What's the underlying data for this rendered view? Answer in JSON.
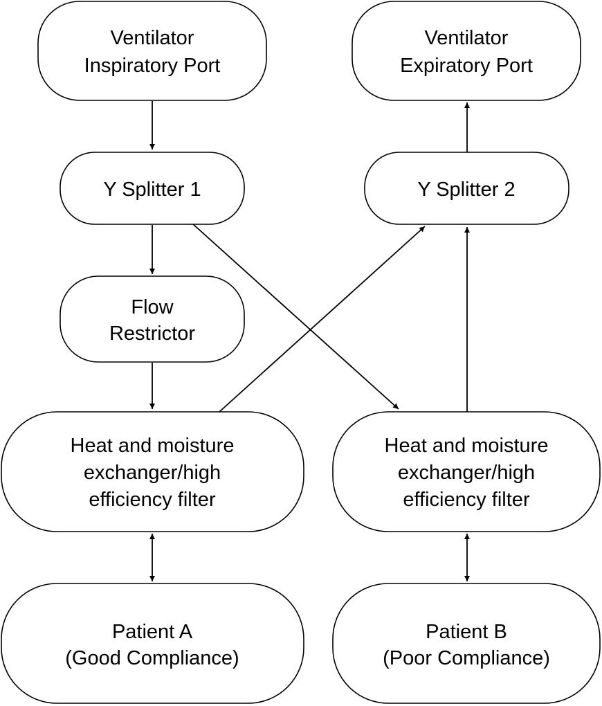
{
  "diagram": {
    "nodes": {
      "vent_insp": {
        "line1": "Ventilator",
        "line2": "Inspiratory Port"
      },
      "vent_exp": {
        "line1": "Ventilator",
        "line2": "Expiratory Port"
      },
      "splitter1": {
        "line1": "Y Splitter 1"
      },
      "splitter2": {
        "line1": "Y Splitter 2"
      },
      "flow_restrictor": {
        "line1": "Flow",
        "line2": "Restrictor"
      },
      "hme_left": {
        "line1": "Heat and moisture",
        "line2": "exchanger/high",
        "line3": "efficiency filter"
      },
      "hme_right": {
        "line1": "Heat and moisture",
        "line2": "exchanger/high",
        "line3": "efficiency filter"
      },
      "patient_a": {
        "line1": "Patient A",
        "line2": "(Good Compliance)"
      },
      "patient_b": {
        "line1": "Patient B",
        "line2": "(Poor Compliance)"
      }
    },
    "edges": [
      {
        "from": "Ventilator Inspiratory Port",
        "to": "Y Splitter 1",
        "direction": "forward"
      },
      {
        "from": "Y Splitter 1",
        "to": "Flow Restrictor",
        "direction": "forward"
      },
      {
        "from": "Flow Restrictor",
        "to": "Heat and moisture exchanger/high efficiency filter (left)",
        "direction": "forward"
      },
      {
        "from": "Y Splitter 1",
        "to": "Heat and moisture exchanger/high efficiency filter (right)",
        "direction": "forward"
      },
      {
        "from": "Heat and moisture exchanger/high efficiency filter (left)",
        "to": "Y Splitter 2",
        "direction": "forward"
      },
      {
        "from": "Heat and moisture exchanger/high efficiency filter (right)",
        "to": "Y Splitter 2",
        "direction": "forward"
      },
      {
        "from": "Y Splitter 2",
        "to": "Ventilator Expiratory Port",
        "direction": "forward"
      },
      {
        "from": "Heat and moisture exchanger/high efficiency filter (left)",
        "to": "Patient A (Good Compliance)",
        "direction": "both"
      },
      {
        "from": "Heat and moisture exchanger/high efficiency filter (right)",
        "to": "Patient B (Poor Compliance)",
        "direction": "both"
      }
    ]
  }
}
